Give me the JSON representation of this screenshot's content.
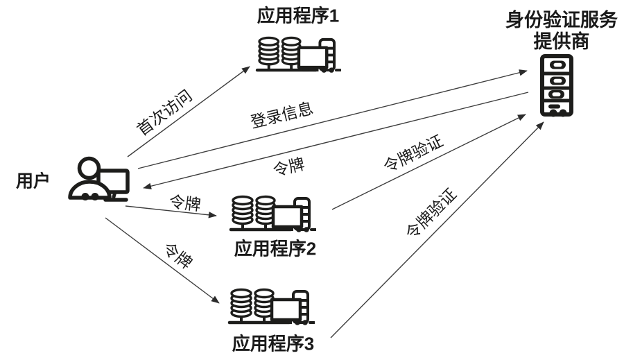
{
  "diagram": {
    "type": "flow-diagram",
    "topic": "single-sign-on-flow",
    "colors": {
      "background": "#ffffff",
      "ink": "#1d1d1b",
      "connector_line": "#3d3d3d"
    },
    "nodes": {
      "user": {
        "label": "用户",
        "icon": "user-with-computer-icon"
      },
      "app1": {
        "label": "应用程序1",
        "icon": "application-servers-icon"
      },
      "app2": {
        "label": "应用程序2",
        "icon": "application-servers-icon"
      },
      "app3": {
        "label": "应用程序3",
        "icon": "application-servers-icon"
      },
      "idp": {
        "label_line1": "身份验证服务",
        "label_line2": "提供商",
        "icon": "server-cabinet-icon"
      }
    },
    "edges": [
      {
        "from": "用户",
        "to": "应用程序1",
        "label": "首次访问"
      },
      {
        "from": "用户",
        "to": "身份验证服务提供商",
        "label": "登录信息"
      },
      {
        "from": "身份验证服务提供商",
        "to": "用户",
        "label": "令牌"
      },
      {
        "from": "用户",
        "to": "应用程序2",
        "label": "令牌"
      },
      {
        "from": "应用程序2",
        "to": "身份验证服务提供商",
        "label": "令牌验证"
      },
      {
        "from": "用户",
        "to": "应用程序3",
        "label": "令牌"
      },
      {
        "from": "应用程序3",
        "to": "身份验证服务提供商",
        "label": "令牌验证"
      }
    ]
  }
}
